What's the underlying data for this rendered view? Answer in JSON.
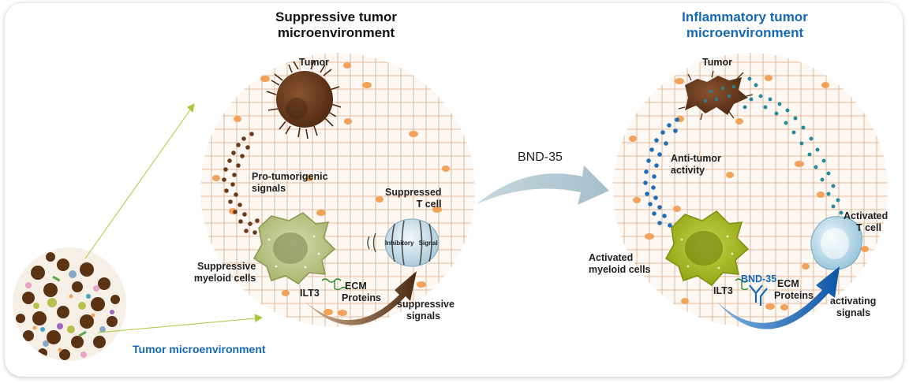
{
  "left_panel": {
    "title_line1": "Suppressive tumor",
    "title_line2": "microenvironment",
    "tumor": "Tumor",
    "pro_tumorigenic_1": "Pro-tumorigenic",
    "pro_tumorigenic_2": "signals",
    "suppressed_1": "Suppressed",
    "suppressed_2": "T cell",
    "inhibitory": "Inhibitory",
    "signal": "Signal",
    "myeloid_1": "Suppressive",
    "myeloid_2": "myeloid cells",
    "ilt3": "ILT3",
    "ecm_1": "ECM",
    "ecm_2": "Proteins",
    "signals_1": "suppressive",
    "signals_2": "signals"
  },
  "right_panel": {
    "title_line1": "Inflammatory tumor",
    "title_line2": "microenvironment",
    "tumor": "Tumor",
    "anti_1": "Anti-tumor",
    "anti_2": "activity",
    "activated_t_1": "Activated",
    "activated_t_2": "T cell",
    "myeloid_1": "Activated",
    "myeloid_2": "myeloid cells",
    "bnd35": "BND-35",
    "ilt3": "ILT3",
    "ecm_1": "ECM",
    "ecm_2": "Proteins",
    "signals_1": "activating",
    "signals_2": "signals"
  },
  "center": {
    "drug": "BND-35"
  },
  "thumbnail": {
    "label": "Tumor microenvironment"
  },
  "colors": {
    "accent_blue": "#1568b8",
    "grid": "#d9a882",
    "tumor_brown": "#5e3418",
    "orange_dot": "#f2a25a",
    "myeloid_green": "#b6bf72",
    "activated_green": "#a3b51e",
    "arrow_line": "#a8c83a"
  }
}
